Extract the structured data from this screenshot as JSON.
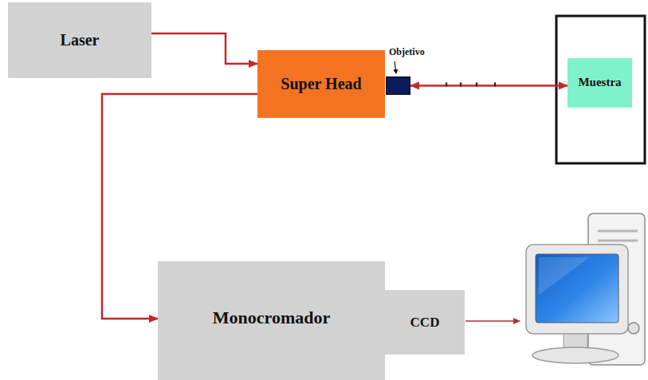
{
  "diagram": {
    "nodes": [
      {
        "text": [
          "Laser"
        ]
      },
      {
        "text": [
          "Super Head"
        ]
      },
      {
        "text": [
          "Objetivo"
        ]
      },
      {
        "text": [
          "Muestra"
        ]
      },
      {
        "text": [
          "Monocromador"
        ]
      },
      {
        "text": [
          "CCD"
        ]
      }
    ],
    "edges": [
      {
        "from": 0,
        "to": 1,
        "arrow": "to"
      },
      {
        "from": 1,
        "to": 4,
        "arrow": "to"
      },
      {
        "from": 2,
        "to": 3,
        "arrow": "both"
      }
    ]
  }
}
